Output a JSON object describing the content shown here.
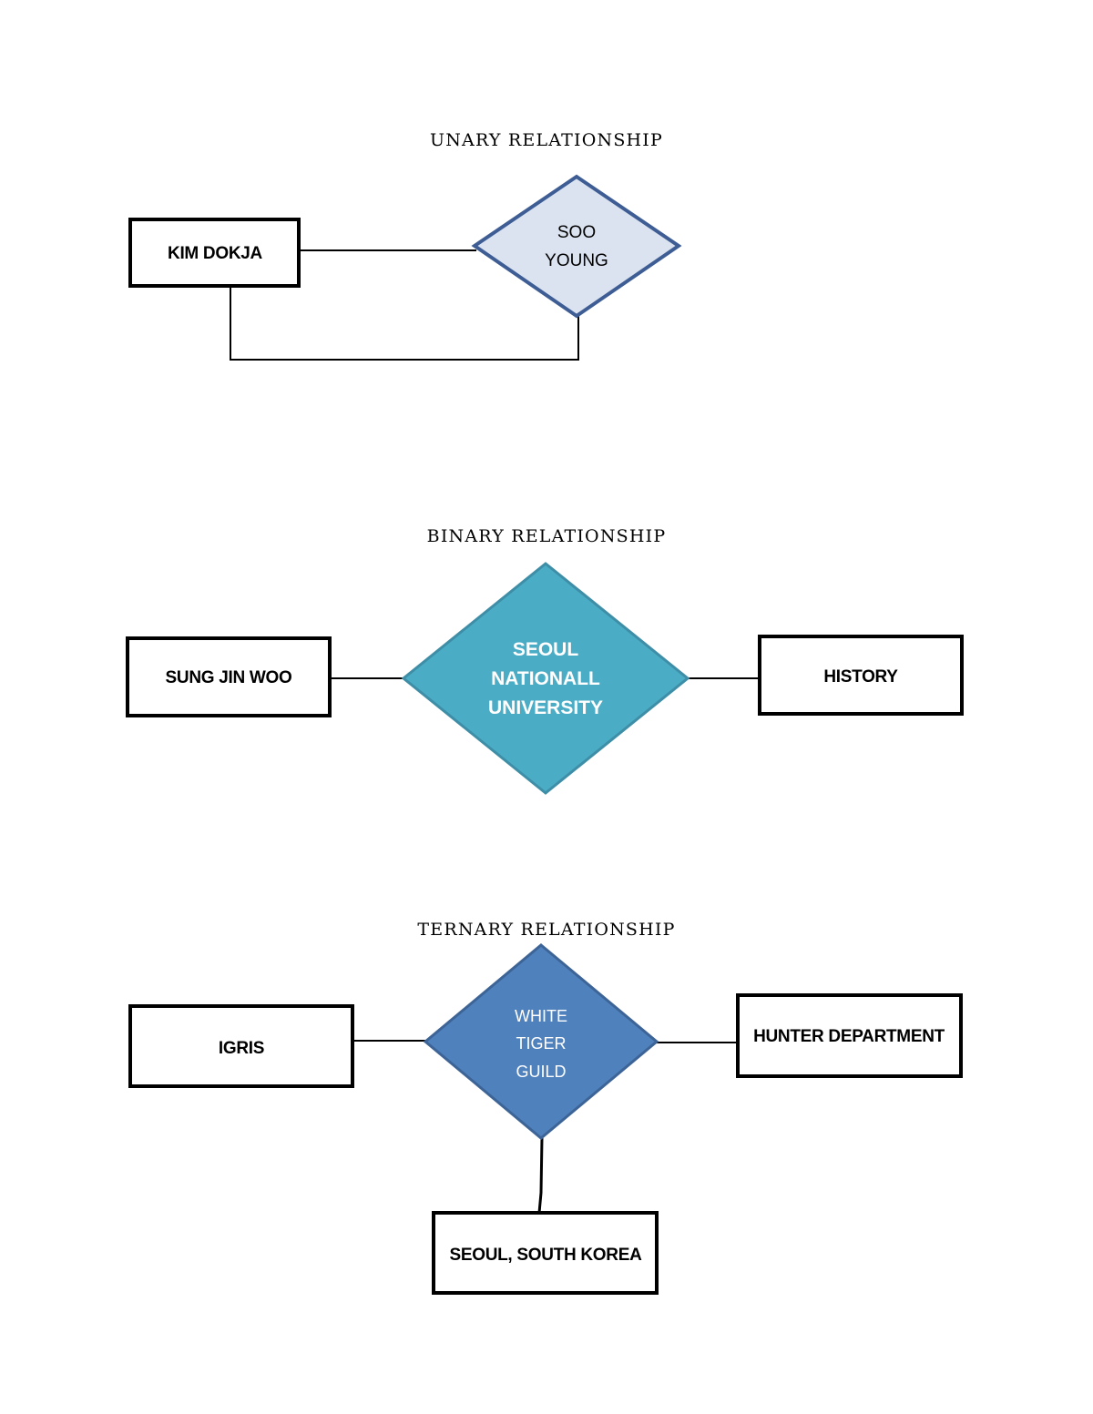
{
  "unary": {
    "title": "UNARY RELATIONSHIP",
    "entity": "KIM DOKJA",
    "relationship": {
      "line1": "SOO",
      "line2": "YOUNG"
    },
    "colors": {
      "fill": "#dbe3f0",
      "stroke": "#3d5d94"
    }
  },
  "binary": {
    "title": "BINARY RELATIONSHIP",
    "entity_left": "SUNG JIN WOO",
    "entity_right": "HISTORY",
    "relationship": {
      "line1": "SEOUL",
      "line2": "NATIONALL",
      "line3": "UNIVERSITY"
    },
    "colors": {
      "fill": "#4bacc6",
      "stroke": "#3d8ea6"
    }
  },
  "ternary": {
    "title": "TERNARY RELATIONSHIP",
    "entity_left": "IGRIS",
    "entity_right": "HUNTER DEPARTMENT",
    "entity_bottom": "SEOUL, SOUTH KOREA",
    "relationship": {
      "line1": "WHITE",
      "line2": "TIGER",
      "line3": "GUILD"
    },
    "colors": {
      "fill": "#4f81bd",
      "stroke": "#3d6496"
    }
  }
}
